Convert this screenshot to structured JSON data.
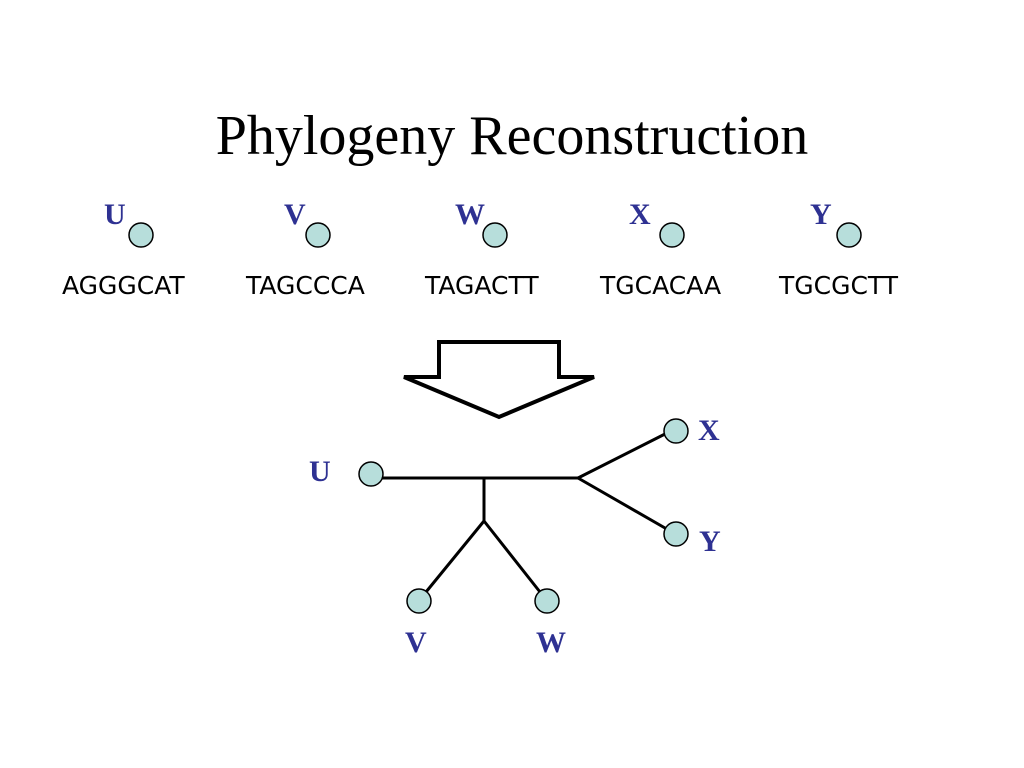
{
  "slide": {
    "title": "Phylogeny Reconstruction"
  },
  "colors": {
    "label": "#2E3192",
    "node_fill": "#B7DEDB",
    "node_stroke": "#000000",
    "line": "#000000"
  },
  "taxa": [
    {
      "label": "U",
      "sequence": "AGGGCAT"
    },
    {
      "label": "V",
      "sequence": "TAGCCCA"
    },
    {
      "label": "W",
      "sequence": "TAGACTT"
    },
    {
      "label": "X",
      "sequence": "TGCACAA"
    },
    {
      "label": "Y",
      "sequence": "TGCGCTT"
    }
  ],
  "arrow": {
    "direction": "down",
    "style": "outline"
  },
  "tree": {
    "type": "unrooted",
    "leaves": [
      "U",
      "V",
      "W",
      "X",
      "Y"
    ],
    "leaf_labels": {
      "U": "U",
      "V": "V",
      "W": "W",
      "X": "X",
      "Y": "Y"
    }
  }
}
